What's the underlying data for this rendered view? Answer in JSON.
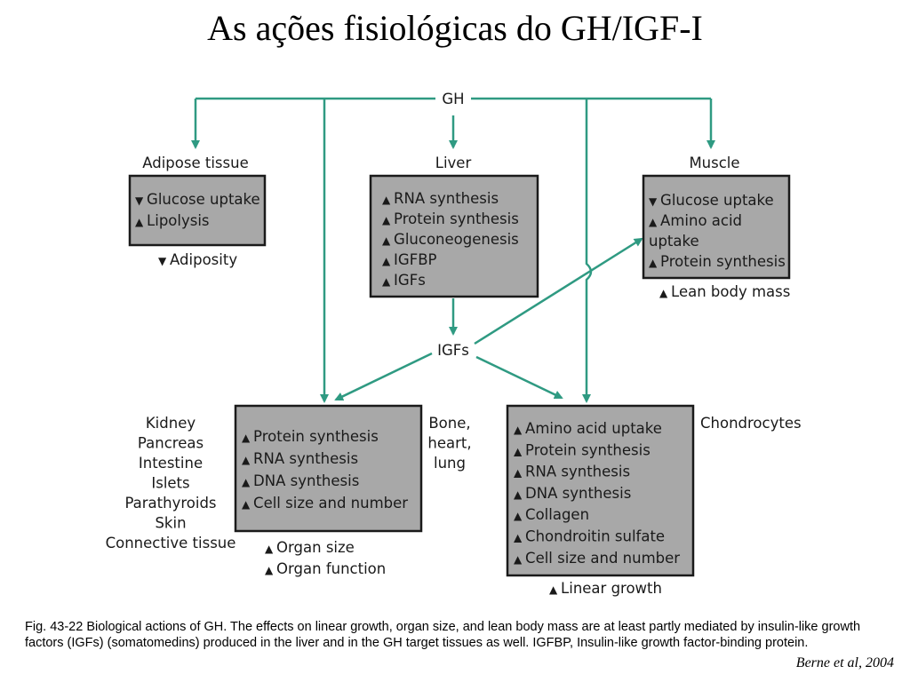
{
  "title": "As ações fisiológicas do GH/IGF-I",
  "colors": {
    "arrow": "#2f9a82",
    "box_fill": "#a8a8a8",
    "box_border": "#1a1a1a"
  },
  "diagram": {
    "gh": "GH",
    "igfs_node": "IGFs",
    "adipose": {
      "label": "Adipose tissue",
      "items": [
        {
          "dir": "down",
          "text": "Glucose uptake"
        },
        {
          "dir": "up",
          "text": "Lipolysis"
        }
      ],
      "outcome": {
        "dir": "down",
        "text": "Adiposity"
      }
    },
    "liver": {
      "label": "Liver",
      "items": [
        {
          "dir": "up",
          "text": "RNA synthesis"
        },
        {
          "dir": "up",
          "text": "Protein synthesis"
        },
        {
          "dir": "up",
          "text": "Gluconeogenesis"
        },
        {
          "dir": "up",
          "text": "IGFBP"
        },
        {
          "dir": "up",
          "text": "IGFs"
        }
      ]
    },
    "muscle": {
      "label": "Muscle",
      "items": [
        {
          "dir": "down",
          "text": "Glucose uptake"
        },
        {
          "dir": "up",
          "text": "Amino acid"
        },
        {
          "dir": "none",
          "text": "uptake"
        },
        {
          "dir": "up",
          "text": "Protein synthesis"
        }
      ],
      "outcome": {
        "dir": "up",
        "text": "Lean body mass"
      }
    },
    "organs": {
      "left_labels": [
        "Kidney",
        "Pancreas",
        "Intestine",
        "Islets",
        "Parathyroids",
        "Skin",
        "Connective tissue"
      ],
      "right_labels": [
        "Bone,",
        "heart,",
        "lung"
      ],
      "items": [
        {
          "dir": "up",
          "text": "Protein synthesis"
        },
        {
          "dir": "up",
          "text": "RNA synthesis"
        },
        {
          "dir": "up",
          "text": "DNA synthesis"
        },
        {
          "dir": "up",
          "text": "Cell size and number"
        }
      ],
      "outcomes": [
        {
          "dir": "up",
          "text": "Organ size"
        },
        {
          "dir": "up",
          "text": "Organ function"
        }
      ]
    },
    "chondrocytes": {
      "label": "Chondrocytes",
      "items": [
        {
          "dir": "up",
          "text": "Amino acid uptake"
        },
        {
          "dir": "up",
          "text": "Protein synthesis"
        },
        {
          "dir": "up",
          "text": "RNA synthesis"
        },
        {
          "dir": "up",
          "text": "DNA synthesis"
        },
        {
          "dir": "up",
          "text": "Collagen"
        },
        {
          "dir": "up",
          "text": "Chondroitin sulfate"
        },
        {
          "dir": "up",
          "text": "Cell size and number"
        }
      ],
      "outcome": {
        "dir": "up",
        "text": "Linear growth"
      }
    }
  },
  "caption": "Fig. 43-22  Biological actions of GH. The effects on linear growth, organ size, and lean body mass are at least partly mediated by insulin-like growth factors (IGFs) (somatomedins) produced in the liver and in the GH target tissues as well. IGFBP, Insulin-like growth factor-binding protein.",
  "citation": "Berne et al, 2004"
}
